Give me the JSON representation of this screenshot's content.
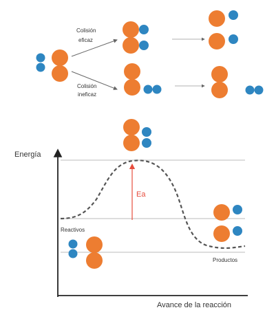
{
  "colors": {
    "orange_atom": "#ed7d31",
    "blue_atom": "#2e86c1",
    "curve": "#555555",
    "activation_arrow": "#e74c3c",
    "reference_lines": "#bbbbbb",
    "axes": "#222222"
  },
  "collision": {
    "effective_label_line1": "Colisión",
    "effective_label_line2": "eficaz",
    "ineffective_label_line1": "Colisión",
    "ineffective_label_line2": "ineficaz"
  },
  "energy_diagram": {
    "y_axis_label": "Energía",
    "x_axis_label": "Avance de la reacción",
    "activation_label": "Ea",
    "reactants_label": "Reactivos",
    "products_label": "Productos"
  }
}
